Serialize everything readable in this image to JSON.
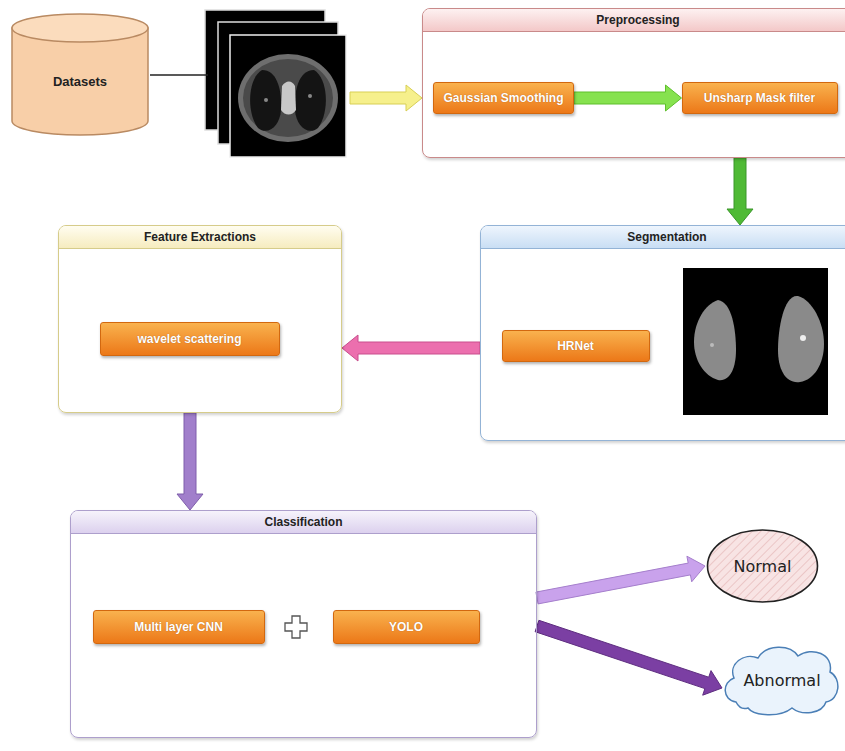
{
  "diagram": {
    "nodes": [
      {
        "text": [
          "Datasets"
        ]
      },
      {
        "text": [
          "Preprocessing"
        ]
      },
      {
        "text": [
          "Gaussian Smoothing"
        ],
        "in": 1
      },
      {
        "text": [
          "Unsharp Mask filter"
        ],
        "in": 1
      },
      {
        "text": [
          "Segmentation"
        ]
      },
      {
        "text": [
          "HRNet"
        ],
        "in": 4
      },
      {
        "text": [
          "Feature Extractions"
        ]
      },
      {
        "text": [
          "wavelet scattering"
        ],
        "in": 6
      },
      {
        "text": [
          "Classification"
        ]
      },
      {
        "text": [
          "Multi layer CNN"
        ],
        "in": 8
      },
      {
        "text": [
          "YOLO"
        ],
        "in": 8
      },
      {
        "text": [
          "Normal"
        ]
      },
      {
        "text": [
          "Abnormal"
        ]
      }
    ],
    "edges": [
      {
        "from": 0,
        "to": 1,
        "arrow": "to"
      },
      {
        "from": 2,
        "to": 3,
        "arrow": "to"
      },
      {
        "from": 1,
        "to": 4,
        "arrow": "to"
      },
      {
        "from": 4,
        "to": 6,
        "arrow": "to"
      },
      {
        "from": 6,
        "to": 8,
        "arrow": "to"
      },
      {
        "from": 8,
        "to": 11,
        "arrow": "to"
      },
      {
        "from": 8,
        "to": 12,
        "arrow": "to"
      }
    ]
  }
}
